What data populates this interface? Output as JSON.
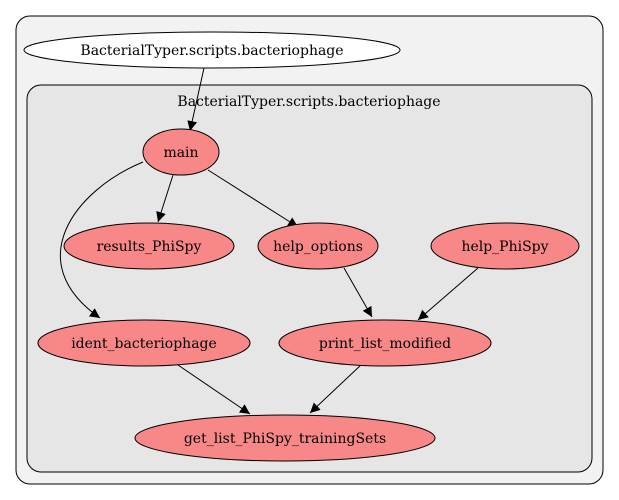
{
  "diagram": {
    "outer_module_label": "BacterialTyper.scripts.bacteriophage",
    "cluster_label": "BacterialTyper.scripts.bacteriophage",
    "nodes": {
      "module": "BacterialTyper.scripts.bacteriophage",
      "main": "main",
      "results_phispy": "results_PhiSpy",
      "help_options": "help_options",
      "help_phispy": "help_PhiSpy",
      "ident_bacteriophage": "ident_bacteriophage",
      "print_list_modified": "print_list_modified",
      "get_list": "get_list_PhiSpy_trainingSets"
    },
    "edges": [
      {
        "from": "BacterialTyper.scripts.bacteriophage",
        "to": "main"
      },
      {
        "from": "main",
        "to": "results_PhiSpy"
      },
      {
        "from": "main",
        "to": "help_options"
      },
      {
        "from": "main",
        "to": "ident_bacteriophage"
      },
      {
        "from": "help_options",
        "to": "print_list_modified"
      },
      {
        "from": "help_PhiSpy",
        "to": "print_list_modified"
      },
      {
        "from": "ident_bacteriophage",
        "to": "get_list_PhiSpy_trainingSets"
      },
      {
        "from": "print_list_modified",
        "to": "get_list_PhiSpy_trainingSets"
      }
    ],
    "colors": {
      "outer_fill": "#f2f2f2",
      "cluster_fill": "#e6e6e6",
      "function_fill": "#f88888",
      "module_fill": "#ffffff",
      "stroke": "#000000"
    }
  }
}
